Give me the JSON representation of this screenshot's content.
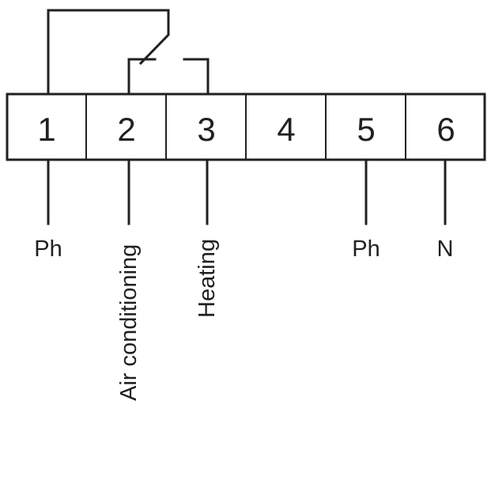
{
  "terminals": [
    "1",
    "2",
    "3",
    "4",
    "5",
    "6"
  ],
  "labels": {
    "t1": "Ph",
    "t2": "Air conditioning",
    "t3": "Heating",
    "t5": "Ph",
    "t6": "N"
  }
}
